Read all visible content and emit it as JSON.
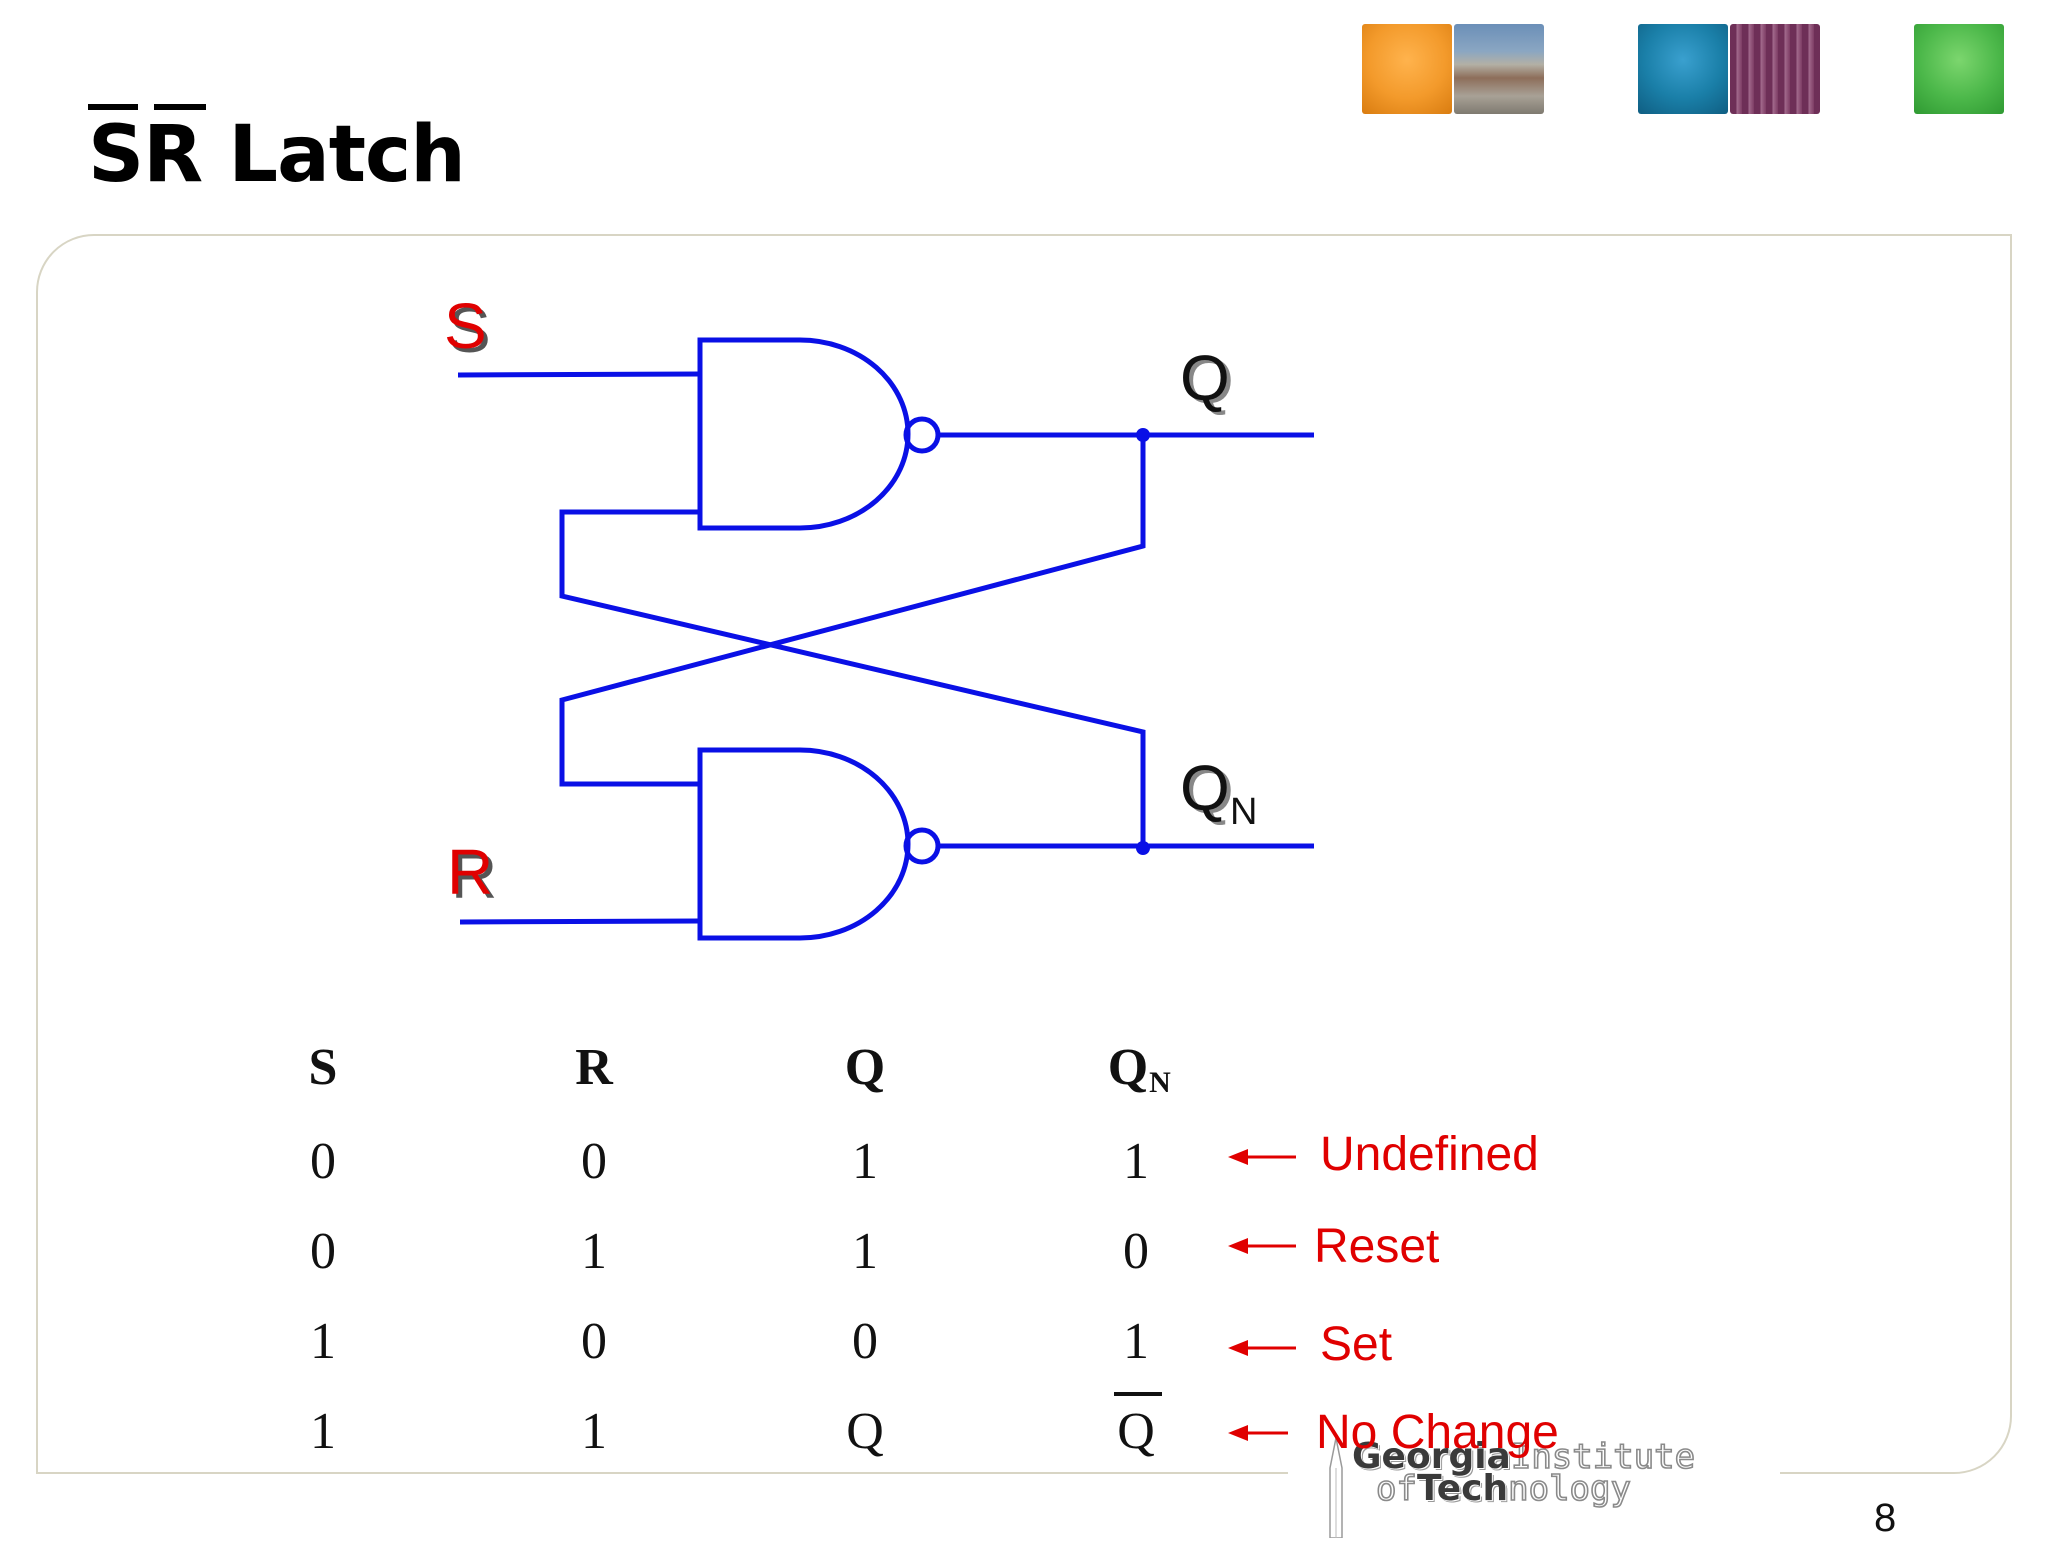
{
  "slide": {
    "title": {
      "overbar_chars": "SR",
      "text": "SR Latch"
    },
    "header_image_colors": {
      "orange": "#f39a2b",
      "blue": "#1a7fa8",
      "green": "#4cb84a"
    },
    "circuit": {
      "wire_color": "#0a10e6",
      "input_label_color": "#e00000",
      "input_s": "S",
      "input_r": "R",
      "output_q": "Q",
      "output_qn_main": "Q",
      "output_qn_sub": "N"
    },
    "truth_table": {
      "headers": {
        "s": "S",
        "r": "R",
        "q": "Q",
        "qn_main": "Q",
        "qn_sub": "N"
      },
      "rows": [
        {
          "s": "0",
          "r": "0",
          "q": "1",
          "qn": "1",
          "qn_overbar": false,
          "note": "Undefined"
        },
        {
          "s": "0",
          "r": "1",
          "q": "1",
          "qn": "0",
          "qn_overbar": false,
          "note": "Reset"
        },
        {
          "s": "1",
          "r": "0",
          "q": "0",
          "qn": "1",
          "qn_overbar": false,
          "note": "Set"
        },
        {
          "s": "1",
          "r": "1",
          "q": "Q",
          "qn": "Q",
          "qn_overbar": true,
          "note": "No Change"
        }
      ],
      "note_color": "#e00000"
    },
    "logo": {
      "word1_strong": "Georgia",
      "word1_outline": "Institute",
      "word2_outline_a": "of",
      "word2_strong": "Tech",
      "word2_outline_b": "nology"
    },
    "page_number": "8"
  }
}
